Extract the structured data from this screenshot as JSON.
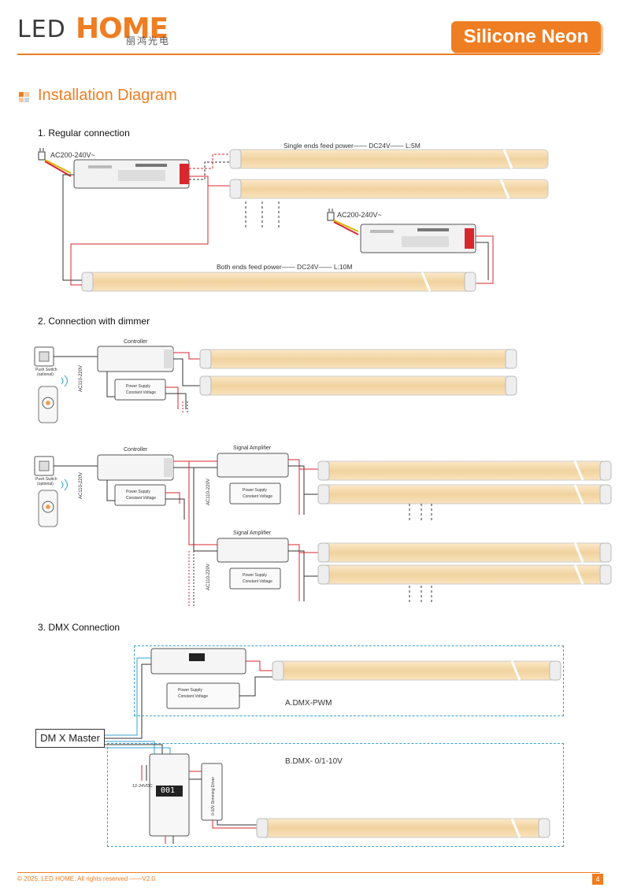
{
  "header": {
    "logo_led": "LED",
    "logo_home": "HOME",
    "logo_cn": "丽鸿光电",
    "badge": "Silicone Neon"
  },
  "section": {
    "title": "Installation Diagram"
  },
  "regular": {
    "title": "1. Regular connection",
    "ac_label_1": "AC200-240V~",
    "ac_label_2": "AC200-240V~",
    "single_note": "Single ends feed power—— DC24V—— L:5M",
    "both_note": "Both ends feed power—— DC24V—— L:10M"
  },
  "dimmer": {
    "title": "2. Connection with dimmer",
    "controller_1": "Controller",
    "controller_2": "Controller",
    "amp_1": "Signal Amplifier",
    "amp_2": "Signal Amplifier",
    "push_switch": "Push Switch",
    "optional": "(optional)",
    "ac_vertical": "AC110-220V",
    "power_supply": "Power Supply",
    "constant_voltage": "Constant Voltage"
  },
  "dmx": {
    "title": "3. DMX Connection",
    "master": "DM X Master",
    "pwm": "A.DMX-PWM",
    "v010": "B.DMX- 0/1-10V",
    "dc_label": "12-24VDC",
    "display": "001",
    "dimming_driver": "0-10V Dimming Driver"
  },
  "footer": {
    "copyright": "© 2025, LED HOME. All rights reserved ——V2.0.",
    "page": "4"
  },
  "colors": {
    "accent": "#ef7d22",
    "neon": "#f3d9ad",
    "wire_red": "#d9272e",
    "wire_dark": "#333333",
    "dmx_blue": "#3aa0d0"
  }
}
